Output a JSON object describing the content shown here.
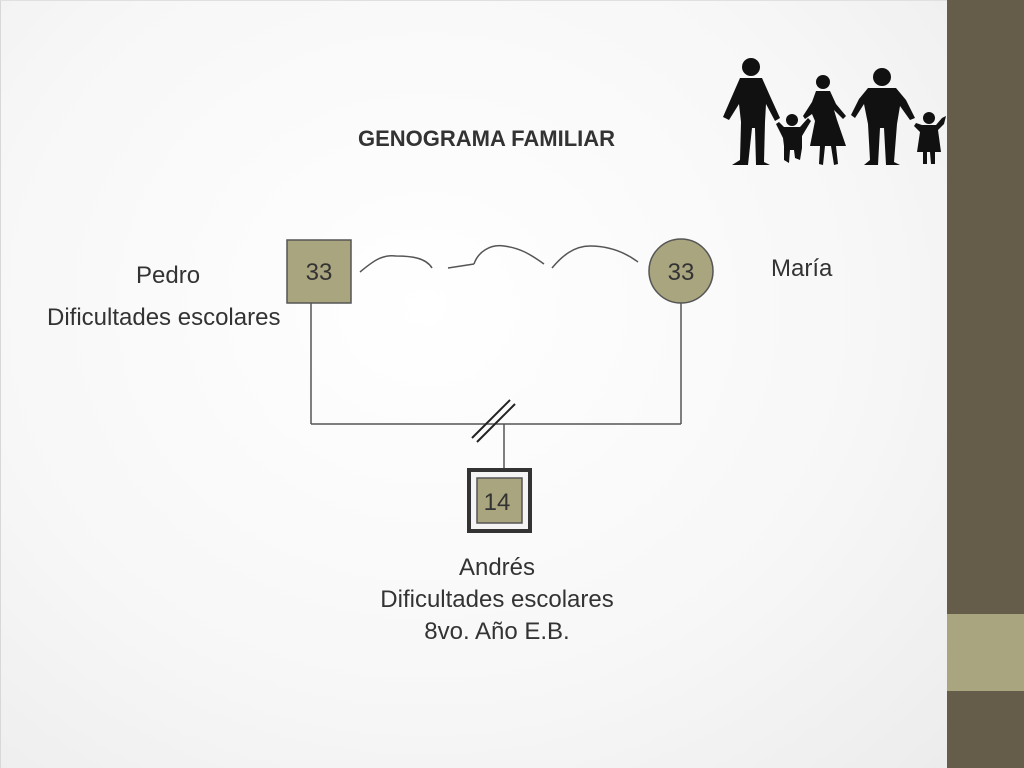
{
  "title": "GENOGRAMA FAMILIAR",
  "nodes": {
    "father": {
      "name": "Pedro",
      "age": "33",
      "note": "Dificultades escolares"
    },
    "mother": {
      "name": "María",
      "age": "33"
    },
    "child": {
      "name": "Andrés",
      "age": "14",
      "note": "Dificultades escolares",
      "grade": "8vo. Año E.B."
    }
  },
  "icons": {
    "family": "family-silhouette-icon"
  },
  "colors": {
    "node_fill": "#a9a57f",
    "node_stroke": "#555555",
    "sidebar": "#655d4a",
    "sidebar_accent": "#a9a57f",
    "text": "#333333"
  }
}
